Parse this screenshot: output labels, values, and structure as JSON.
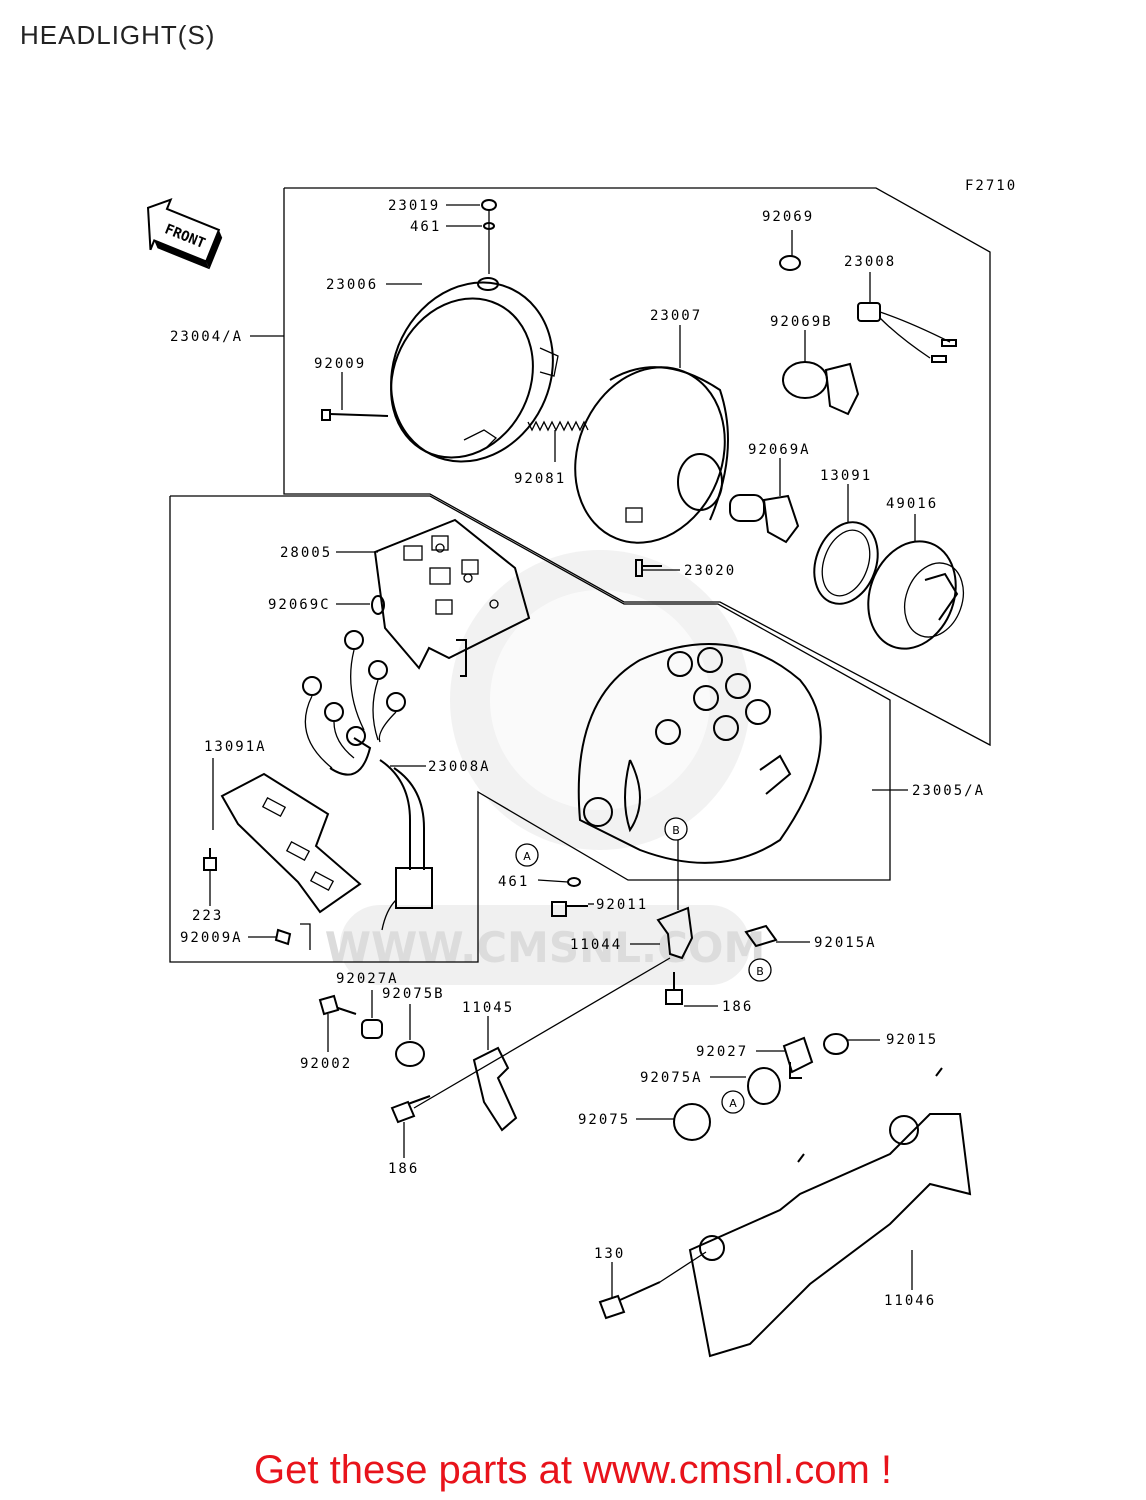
{
  "header": {
    "title": "HEADLIGHT(S)"
  },
  "footer": {
    "text": "Get these parts at www.cmsnl.com !"
  },
  "diagram": {
    "ref_code": "F2710",
    "front_arrow": "FRONT",
    "watermark": "WWW.CMSNL.COM",
    "callouts": [
      "A",
      "B",
      "B",
      "A"
    ],
    "part_labels": [
      "23019",
      "461",
      "23006",
      "23004/A",
      "92009",
      "92069",
      "23008",
      "92069B",
      "23007",
      "92081",
      "92069A",
      "13091",
      "49016",
      "23020",
      "28005",
      "92069C",
      "23008A",
      "13091A",
      "23005/A",
      "461",
      "92011",
      "223",
      "92009A",
      "11044",
      "92015A",
      "186",
      "92027A",
      "92075B",
      "11045",
      "92002",
      "92027",
      "92015",
      "92075A",
      "92075",
      "186",
      "130",
      "11046"
    ]
  }
}
